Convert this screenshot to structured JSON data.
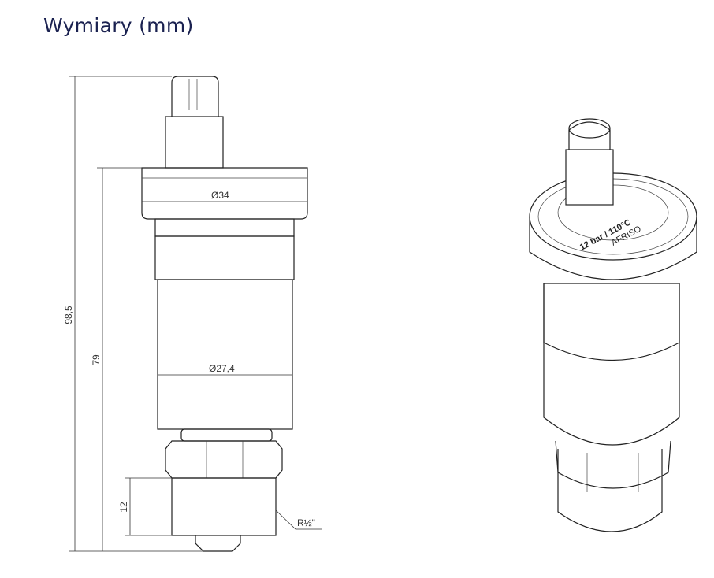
{
  "title": "Wymiary (mm)",
  "dimensions": {
    "total_height": "98,5",
    "body_height": "79",
    "thread_length": "12",
    "cap_diameter": "Ø34",
    "body_diameter": "Ø27,4",
    "thread": "R½\""
  },
  "product_marking": {
    "rating": "12 bar / 110°C",
    "brand": "AFRISO"
  }
}
